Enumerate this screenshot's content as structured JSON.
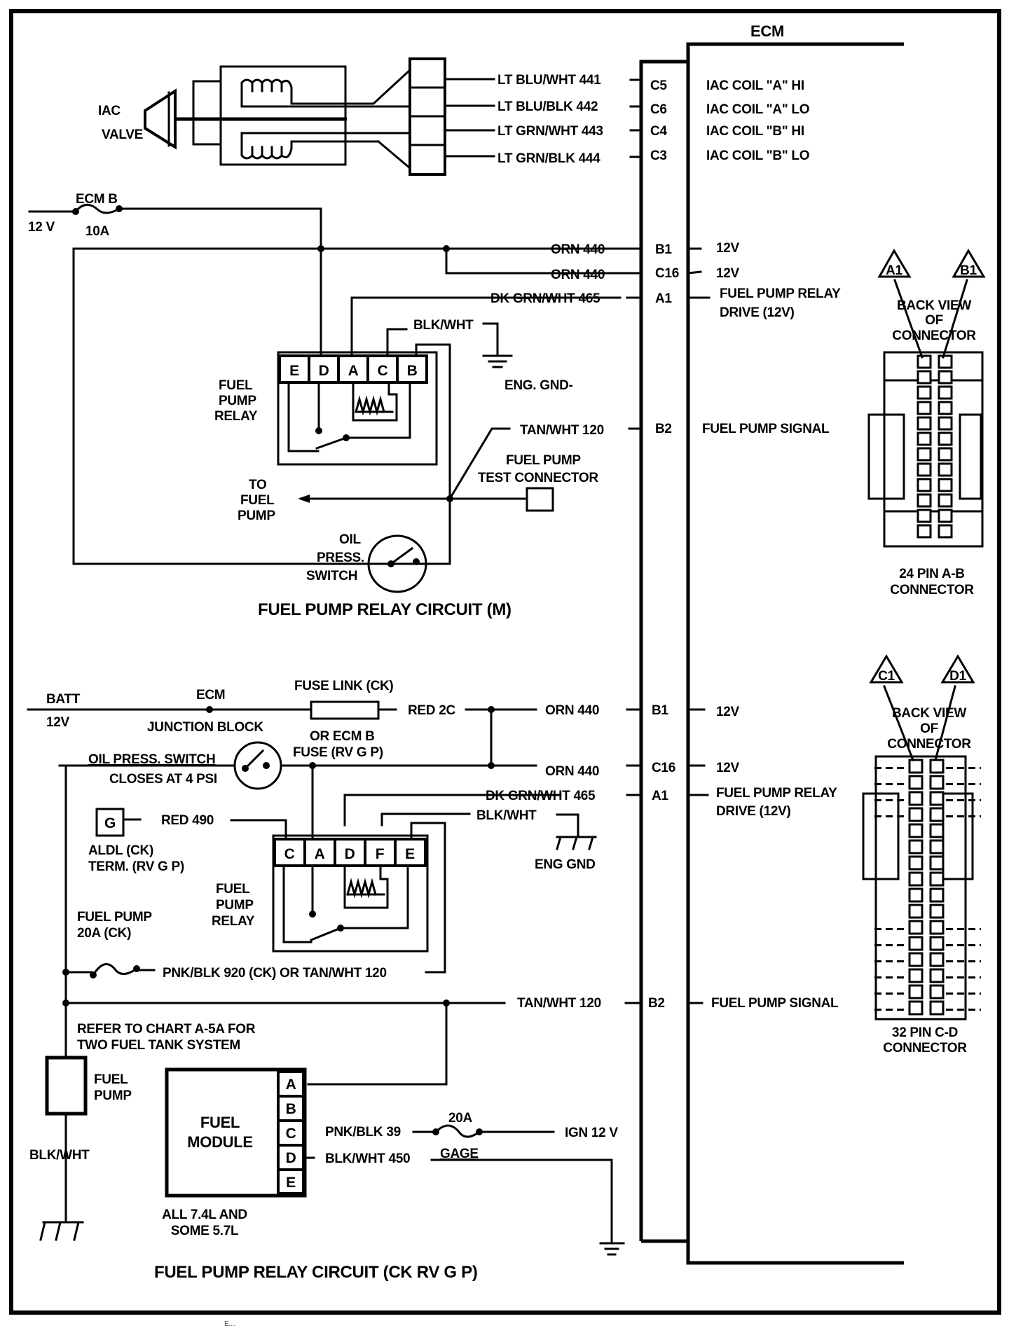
{
  "diagram": {
    "border_color": "#000000",
    "background": "#ffffff",
    "ecm": {
      "title": "ECM",
      "iac_pins": [
        {
          "wire": "LT BLU/WHT 441",
          "pin": "C5",
          "function": "IAC COIL \"A\" HI"
        },
        {
          "wire": "LT BLU/BLK   442",
          "pin": "C6",
          "function": "IAC COIL \"A\" LO"
        },
        {
          "wire": "LT GRN/WHT 443",
          "pin": "C4",
          "function": "IAC COIL \"B\" HI"
        },
        {
          "wire": "LT GRN/BLK  444",
          "pin": "C3",
          "function": "IAC COIL \"B\" LO"
        }
      ],
      "m_pins": [
        {
          "wire": "ORN  440",
          "pin": "B1",
          "function": "12V"
        },
        {
          "wire": "ORN  440",
          "pin": "C16",
          "function": "12V"
        },
        {
          "wire": "DK GRN/WHT 465",
          "pin": "A1",
          "function": "FUEL PUMP RELAY",
          "function2": "DRIVE (12V)"
        },
        {
          "wire": "TAN/WHT 120",
          "pin": "B2",
          "function": "FUEL PUMP SIGNAL"
        }
      ],
      "ck_pins": [
        {
          "wire": "ORN  440",
          "pin": "B1",
          "function": "12V"
        },
        {
          "wire": "ORN  440",
          "pin": "C16",
          "function": "12V"
        },
        {
          "wire": "DK GRN/WHT 465",
          "pin": "A1",
          "function": "FUEL PUMP RELAY",
          "function2": "DRIVE (12V)"
        },
        {
          "wire": "TAN/WHT 120",
          "pin": "B2",
          "function": "FUEL PUMP SIGNAL"
        }
      ]
    },
    "iac": {
      "label1": "IAC",
      "label2": "VALVE"
    },
    "circuit_m": {
      "title": "FUEL PUMP RELAY CIRCUIT (M)",
      "fuse_name": "ECM B",
      "fuse_rating": "10A",
      "supply": "12 V",
      "relay_label": [
        "FUEL",
        "PUMP",
        "RELAY"
      ],
      "relay_pins": [
        "E",
        "D",
        "A",
        "C",
        "B"
      ],
      "ground_wire": "BLK/WHT",
      "ground_label": "ENG. GND-",
      "to_pump": [
        "TO",
        "FUEL",
        "PUMP"
      ],
      "test_connector": [
        "FUEL PUMP",
        "TEST CONNECTOR"
      ],
      "oil_switch": [
        "OIL",
        "PRESS.",
        "SWITCH"
      ]
    },
    "circuit_ck": {
      "title": "FUEL PUMP RELAY CIRCUIT (CK  RV  G  P)",
      "batt": "BATT",
      "batt_v": "12V",
      "ecm_junction": "ECM",
      "junction_block": "JUNCTION BLOCK",
      "fuse_link": "FUSE LINK (CK)",
      "fuse_alt": [
        "OR ECM B",
        "FUSE (RV G P)"
      ],
      "red_wire": "RED 2C",
      "oil_switch": "OIL PRESS. SWITCH",
      "oil_switch_note": "CLOSES AT 4 PSI",
      "aldl_pin": "G",
      "aldl_wire": "RED 490",
      "aldl_label": [
        "ALDL (CK)",
        "TERM. (RV G P)"
      ],
      "relay_label": [
        "FUEL",
        "PUMP",
        "RELAY"
      ],
      "relay_pins": [
        "C",
        "A",
        "D",
        "F",
        "E"
      ],
      "ground_wire": "BLK/WHT",
      "ground_label": "ENG GND",
      "pump_fuse": [
        "FUEL PUMP",
        "20A (CK)"
      ],
      "pump_fuse_wire": "PNK/BLK 920 (CK) OR TAN/WHT 120",
      "refer_note": [
        "REFER TO CHART A-5A FOR",
        "TWO FUEL TANK SYSTEM"
      ],
      "fuel_pump": [
        "FUEL",
        "PUMP"
      ],
      "pump_ground": "BLK/WHT",
      "module_label": [
        "FUEL",
        "MODULE"
      ],
      "module_pins": [
        "A",
        "B",
        "C",
        "D",
        "E"
      ],
      "module_note": [
        "ALL 7.4L AND",
        "SOME 5.7L"
      ],
      "ign_wire": "PNK/BLK 39",
      "ign_fuse": "20A",
      "ign_source": "IGN 12 V",
      "gage_wire": "BLK/WHT 450",
      "gage_label": "GAGE"
    },
    "connector_ab": {
      "tags": [
        "A1",
        "B1"
      ],
      "view": [
        "BACK VIEW",
        "OF",
        "CONNECTOR"
      ],
      "name": [
        "24 PIN  A-B",
        "CONNECTOR"
      ]
    },
    "connector_cd": {
      "tags": [
        "C1",
        "D1"
      ],
      "view": [
        "BACK VIEW",
        "OF",
        "CONNECTOR"
      ],
      "name": [
        "32  PIN C-D",
        "CONNECTOR"
      ]
    },
    "footer_fragment": "E...."
  }
}
